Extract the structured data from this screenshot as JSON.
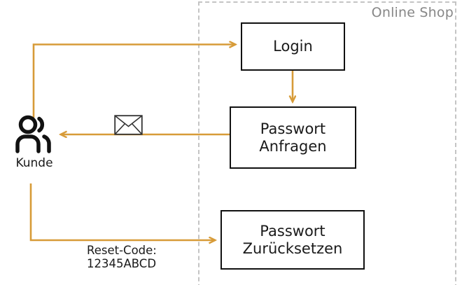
{
  "boundary": {
    "title": "Online Shop",
    "style": "dashed",
    "color": "#c4c4c4"
  },
  "actor": {
    "label": "Kunde",
    "icon": "users-icon"
  },
  "icons": {
    "mail": "envelope-icon"
  },
  "nodes": [
    {
      "id": "login",
      "label": "Login"
    },
    {
      "id": "request",
      "label": "Passwort\nAnfragen"
    },
    {
      "id": "reset",
      "label": "Passwort\nZurücksetzen"
    }
  ],
  "edges": [
    {
      "id": "kunde-to-login",
      "from": "Kunde",
      "to": "Login",
      "label": ""
    },
    {
      "id": "login-to-request",
      "from": "Login",
      "to": "Passwort Anfragen",
      "label": ""
    },
    {
      "id": "request-to-kunde",
      "from": "Passwort Anfragen",
      "to": "Kunde",
      "label": ""
    },
    {
      "id": "kunde-to-reset",
      "from": "Kunde",
      "to": "Passwort Zurücksetzen",
      "label": "Reset-Code:\n12345ABCD"
    }
  ],
  "edge_label": "Reset-Code:\n12345ABCD",
  "colors": {
    "connector": "#d79b38",
    "node_border": "#111111",
    "boundary": "#c4c4c4",
    "text": "#1a1a1a",
    "boundary_text": "#878787"
  }
}
